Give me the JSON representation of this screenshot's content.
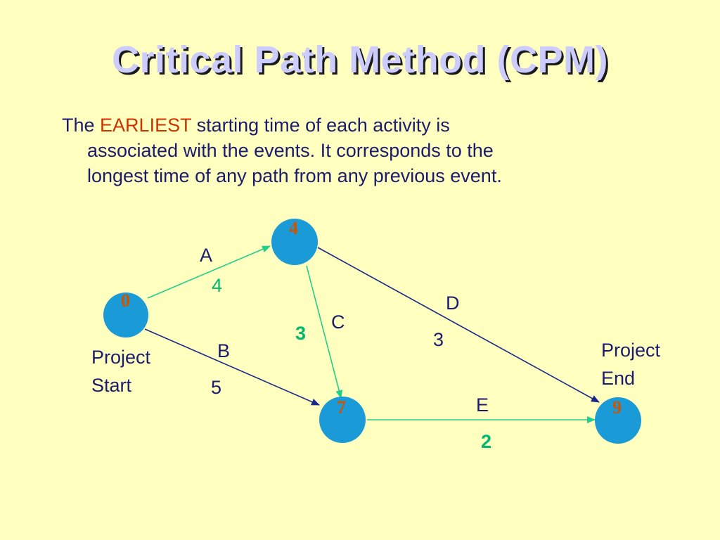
{
  "slide": {
    "title": "Critical Path Method (CPM)",
    "body": {
      "line1_pre": "The ",
      "line1_highlight": "EARLIEST",
      "line1_post": " starting time of each activity is",
      "line2": "associated with the events. It corresponds to the",
      "line3": "longest time of any path from any previous event."
    }
  },
  "diagram": {
    "node_color": "#1a9ad6",
    "highlight_color": "#cc3300",
    "critical_arrow_color": "#20d08a",
    "noncritical_arrow_color": "#1a2a8a",
    "nodes": [
      {
        "id": "start",
        "value": "0"
      },
      {
        "id": "top",
        "value": "4"
      },
      {
        "id": "middle",
        "value": "7"
      },
      {
        "id": "end",
        "value": "9"
      }
    ],
    "activities": [
      {
        "name": "A",
        "duration": "4",
        "critical": true
      },
      {
        "name": "B",
        "duration": "5",
        "critical": false
      },
      {
        "name": "C",
        "duration": "3",
        "critical": true
      },
      {
        "name": "D",
        "duration": "3",
        "critical": false
      },
      {
        "name": "E",
        "duration": "2",
        "critical": true
      }
    ],
    "start_label_line1": "Project",
    "start_label_line2": "Start",
    "end_label_line1": "Project",
    "end_label_line2": "End"
  }
}
